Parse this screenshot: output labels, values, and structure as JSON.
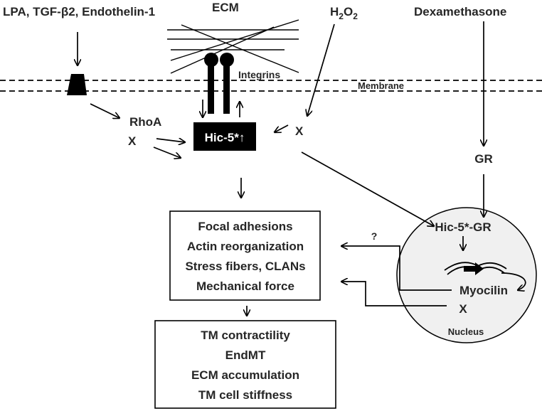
{
  "inputs": {
    "lpa": "LPA, TGF-β2, Endothelin-1",
    "ecm": "ECM",
    "h2o2_base": "H",
    "h2o2_sub1": "2",
    "h2o2_mid": "O",
    "h2o2_sub2": "2",
    "dexamethasone": "Dexamethasone"
  },
  "labels": {
    "integrins": "Integrins",
    "membrane": "Membrane",
    "rhoa": "RhoA",
    "x_left": "X",
    "x_right": "X",
    "hic5": "Hic-5*↑",
    "gr": "GR",
    "hic5_gr": "Hic-5*-GR",
    "myocilin": "Myocilin",
    "x_nucleus": "X",
    "nucleus": "Nucleus",
    "question": "?"
  },
  "effects_box": [
    "Focal adhesions",
    "Actin reorganization",
    "Stress fibers, CLANs",
    "Mechanical force"
  ],
  "outcomes_box": [
    "TM contractility",
    "EndMT",
    "ECM accumulation",
    "TM cell stiffness"
  ],
  "colors": {
    "hic5_box": "#000000",
    "nucleus_fill": "#f0f0f0",
    "text": "#262626"
  }
}
